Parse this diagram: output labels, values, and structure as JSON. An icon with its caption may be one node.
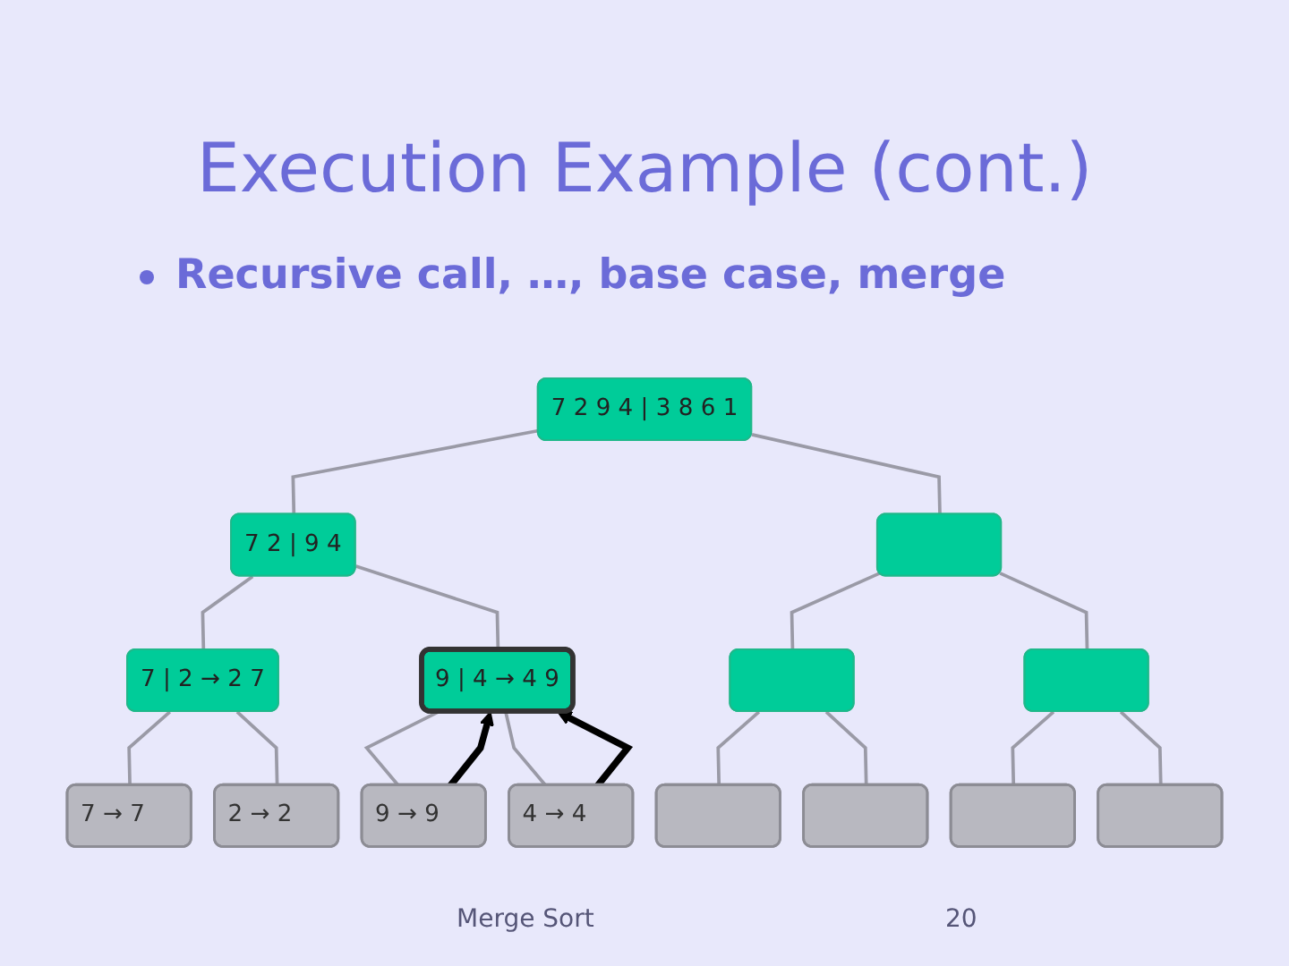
{
  "diagram": {
    "title": "Execution Example (cont.)",
    "nodes": [
      {
        "text": [
          "7 2 9 4 | 3 8 6 1"
        ]
      },
      {
        "text": [
          "7 2 | 9 4"
        ]
      },
      {
        "text": [],
        "shape": "box"
      },
      {
        "text": [
          "7 | 2 → 2 7"
        ]
      },
      {
        "text": [
          "9 | 4 → 4 9"
        ]
      },
      {
        "text": [],
        "shape": "box"
      },
      {
        "text": [],
        "shape": "box"
      },
      {
        "text": [
          "7 → 7"
        ]
      },
      {
        "text": [
          "2 → 2"
        ]
      },
      {
        "text": [
          "9 → 9"
        ]
      },
      {
        "text": [
          "4 → 4"
        ]
      },
      {
        "text": [],
        "shape": "box"
      },
      {
        "text": [],
        "shape": "box"
      },
      {
        "text": [],
        "shape": "box"
      },
      {
        "text": [],
        "shape": "box"
      }
    ],
    "edges": [
      {
        "from": 0,
        "to": 1,
        "arrow": "none"
      },
      {
        "from": 0,
        "to": 2,
        "arrow": "none"
      },
      {
        "from": 1,
        "to": 3,
        "arrow": "none"
      },
      {
        "from": 1,
        "to": 4,
        "arrow": "none"
      },
      {
        "from": 2,
        "to": 5,
        "arrow": "none"
      },
      {
        "from": 2,
        "to": 6,
        "arrow": "none"
      },
      {
        "from": 3,
        "to": 7,
        "arrow": "none"
      },
      {
        "from": 3,
        "to": 8,
        "arrow": "none"
      },
      {
        "from": 4,
        "to": 9,
        "arrow": "none"
      },
      {
        "from": 4,
        "to": 10,
        "arrow": "none"
      },
      {
        "from": 5,
        "to": 11,
        "arrow": "none"
      },
      {
        "from": 5,
        "to": 12,
        "arrow": "none"
      },
      {
        "from": 6,
        "to": 13,
        "arrow": "none"
      },
      {
        "from": 6,
        "to": 14,
        "arrow": "none"
      },
      {
        "from": 9,
        "to": 4,
        "arrow": "to",
        "style": "thick",
        "color": "#000000"
      },
      {
        "from": 10,
        "to": 4,
        "arrow": "to",
        "style": "thick",
        "color": "#000000"
      }
    ],
    "labels": [
      "Recursive call, …, base case, merge",
      "Merge Sort",
      "20"
    ]
  }
}
